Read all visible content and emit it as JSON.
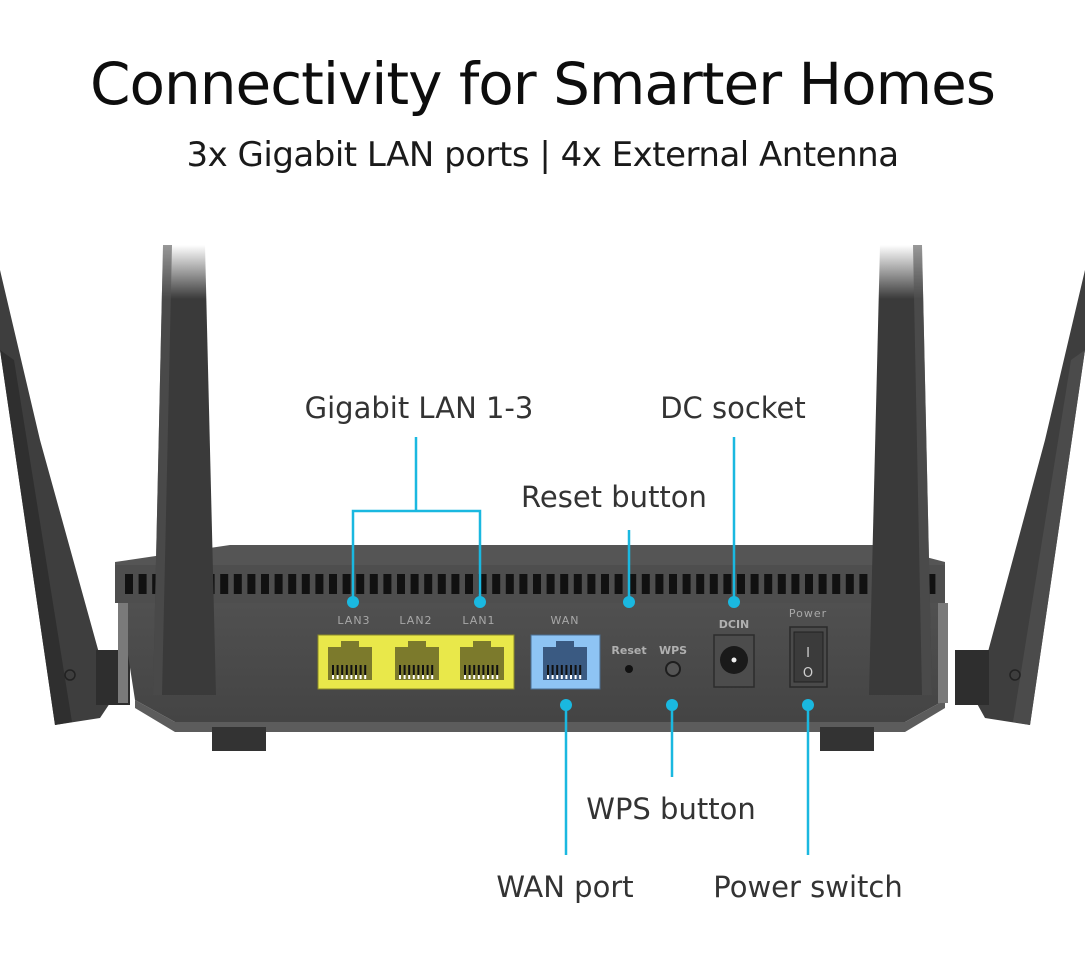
{
  "header": {
    "title": "Connectivity for Smarter Homes",
    "subtitle": "3x Gigabit LAN ports | 4x External Antenna"
  },
  "colors": {
    "accent": "#1ab8e0",
    "lan_port": "#e9e84a",
    "wan_port": "#8ec4f4",
    "body": "#4a4a4a",
    "text": "#333333"
  },
  "device": {
    "port_labels": {
      "lan3": "LAN3",
      "lan2": "LAN2",
      "lan1": "LAN1",
      "wan": "WAN",
      "reset": "Reset",
      "wps": "WPS",
      "dcin": "DCIN",
      "power": "Power"
    },
    "power_switch_marks": {
      "on": "I",
      "off": "O"
    }
  },
  "callouts": {
    "gigabit_lan": "Gigabit LAN 1-3",
    "dc_socket": "DC socket",
    "reset_button": "Reset button",
    "wps_button": "WPS button",
    "wan_port": "WAN port",
    "power_switch": "Power switch"
  }
}
